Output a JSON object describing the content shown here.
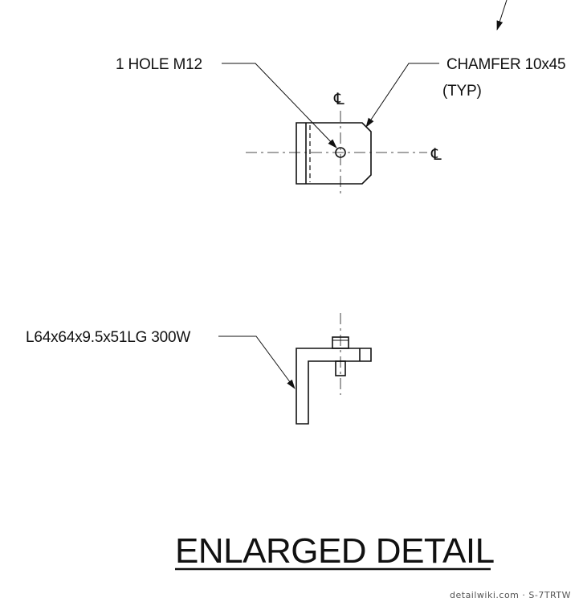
{
  "annotations": {
    "hole_label": "1 HOLE M12",
    "chamfer_label_line1": "CHAMFER 10x45",
    "chamfer_label_line2": "(TYP)",
    "angle_label": "L64x64x9.5x51LG 300W",
    "centerline_symbol": "℄"
  },
  "title": "ENLARGED DETAIL",
  "credit": "detailwiki.com · S-7TRTW",
  "colors": {
    "line": "#111111",
    "background": "#ffffff"
  }
}
